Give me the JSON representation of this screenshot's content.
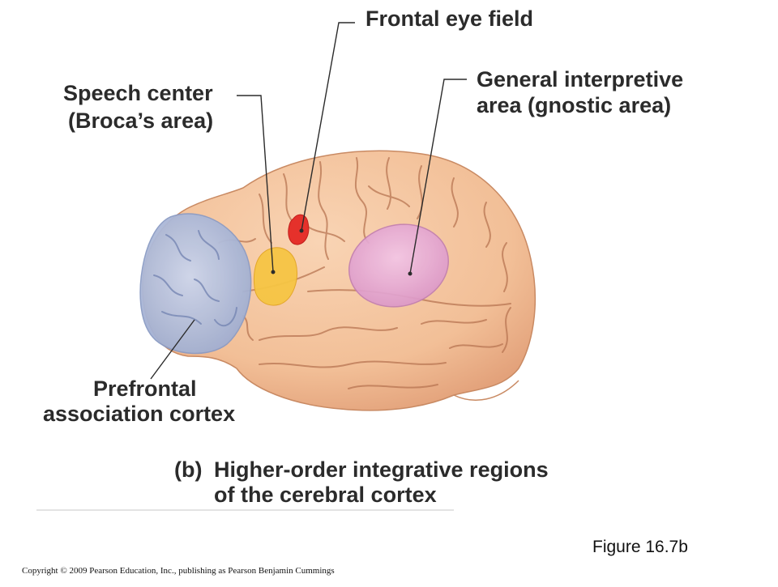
{
  "labels": {
    "frontal_eye_field": "Frontal eye field",
    "speech_center_line1": "Speech center",
    "speech_center_line2": "(Broca’s area)",
    "general_interpretive_line1": "General interpretive",
    "general_interpretive_line2": "area (gnostic area)",
    "prefrontal_line1": "Prefrontal",
    "prefrontal_line2": "association cortex"
  },
  "caption": {
    "part": "(b)",
    "line1": "Higher-order integrative regions",
    "line2": "of the cerebral cortex"
  },
  "figure_number": "Figure 16.7b",
  "copyright": "Copyright © 2009 Pearson Education, Inc., publishing as Pearson Benjamin Cummings",
  "colors": {
    "brain": "#f2bf97",
    "brain_outline": "#c98a63",
    "sulcus": "#b87552",
    "prefrontal": "#b3bfdc",
    "broca": "#f6c544",
    "frontal_eye_field": "#e5312b",
    "gnostic": "#e7a8d6",
    "leader_line": "#2b2b2b"
  }
}
